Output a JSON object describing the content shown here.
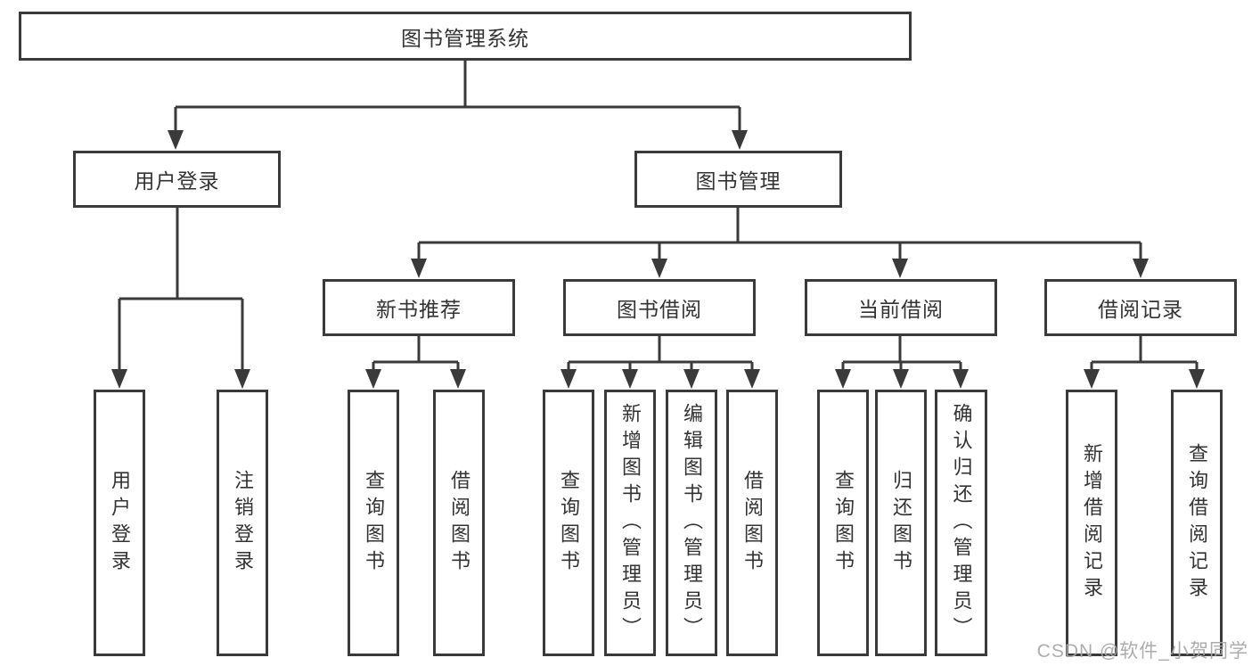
{
  "diagram": {
    "root": {
      "label": "图书管理系统"
    },
    "level2": [
      {
        "label": "用户登录"
      },
      {
        "label": "图书管理"
      }
    ],
    "level3": [
      {
        "label": "新书推荐"
      },
      {
        "label": "图书借阅"
      },
      {
        "label": "当前借阅"
      },
      {
        "label": "借阅记录"
      }
    ],
    "leaves": {
      "user_login": [
        {
          "label": "用户登录"
        },
        {
          "label": "注销登录"
        }
      ],
      "new_book_recommend": [
        {
          "label": "查询图书"
        },
        {
          "label": "借阅图书"
        }
      ],
      "book_borrow": [
        {
          "label": "查询图书"
        },
        {
          "label": "新增图书（管理员）"
        },
        {
          "label": "编辑图书（管理员）"
        },
        {
          "label": "借阅图书"
        }
      ],
      "current_borrow": [
        {
          "label": "查询图书"
        },
        {
          "label": "归还图书"
        },
        {
          "label": "确认归还（管理员）"
        }
      ],
      "borrow_records": [
        {
          "label": "新增借阅记录"
        },
        {
          "label": "查询借阅记录"
        }
      ]
    }
  },
  "watermark": {
    "text": "CSDN @软件_小贺同学"
  },
  "colors": {
    "line": "#3a3a3a",
    "text": "#333333",
    "background": "#ffffff",
    "watermark": "#a8a8a8"
  }
}
